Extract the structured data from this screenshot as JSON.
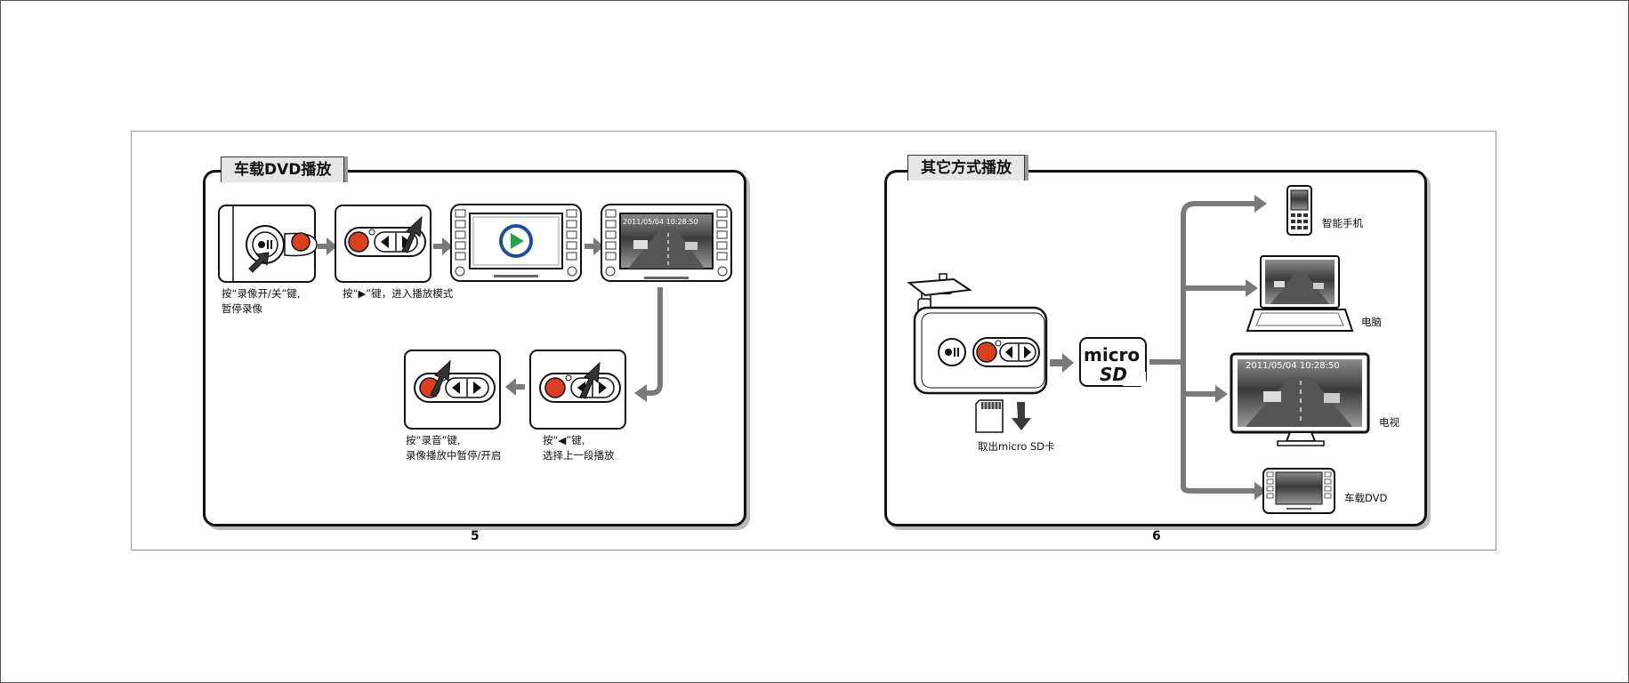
{
  "left_page": {
    "title": "车载DVD播放",
    "steps": [
      {
        "line1": "按“录像开/关”键,",
        "line2": "暂停录像"
      },
      {
        "line1": "按“▶”键，进入播放模式"
      },
      {
        "line1": "按“录音”键,",
        "line2": "录像播放中暂停/开启"
      },
      {
        "line1": "按“◀”键,",
        "line2": "选择上一段播放"
      }
    ],
    "screen_timestamp": "2011/05/04 10:28:50",
    "page_number": "5"
  },
  "right_page": {
    "title": "其它方式播放",
    "card_caption": "取出micro SD卡",
    "sd_logo": {
      "top": "micro",
      "bottom": "SD"
    },
    "targets": [
      "智能手机",
      "电脑",
      "电视",
      "车载DVD"
    ],
    "screen_timestamp": "2011/05/04 10:28:50",
    "page_number": "6"
  },
  "colors": {
    "record_red": "#d9401f",
    "arrow_gray": "#7a7a7a",
    "play_blue": "#1f4c9c",
    "play_green": "#2aa34a"
  }
}
